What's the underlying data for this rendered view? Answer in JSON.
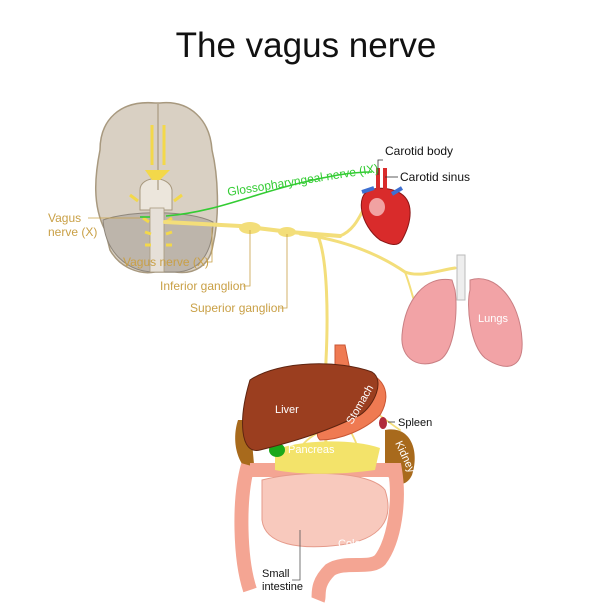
{
  "title": "The vagus nerve",
  "colors": {
    "nerve": "#f3de7a",
    "label_tan": "#c9a046",
    "glossopharyngeal": "#33cc33",
    "brain": "#d9d0c3",
    "liver": "#9b3e1f",
    "stomach": "#ef7a52",
    "intestine": "#f4a593",
    "lungs": "#f2a3a6",
    "heart": "#d92b2b",
    "kidney": "#a86a1c"
  },
  "labels": {
    "vagus_left_line1": "Vagus",
    "vagus_left_line2": "nerve (X)",
    "glossopharyngeal": "Glossopharyngeal nerve (IX)",
    "carotid_body": "Carotid body",
    "carotid_sinus": "Carotid sinus",
    "vagus_bottom": "Vagus nerve (X)",
    "inferior_ganglion": "Inferior ganglion",
    "superior_ganglion": "Superior ganglion",
    "lungs": "Lungs",
    "liver": "Liver",
    "stomach": "Stomach",
    "spleen": "Spleen",
    "kidney": "Kidney",
    "pancreas": "Pancreas",
    "colon": "Colon",
    "small_intestine_line1": "Small",
    "small_intestine_line2": "intestine"
  }
}
